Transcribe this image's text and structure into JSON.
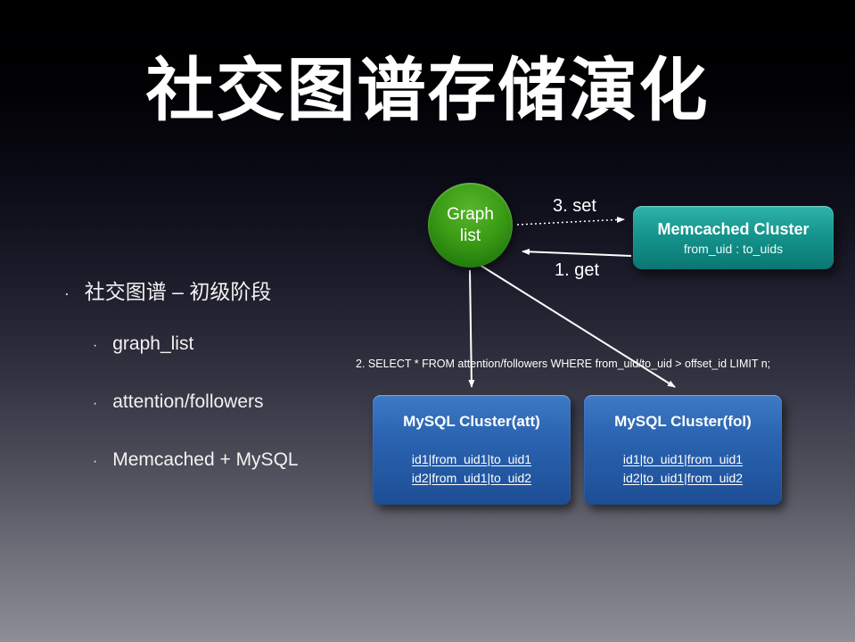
{
  "slide": {
    "title": "社交图谱存储演化"
  },
  "bullet_marker": "·",
  "bullets": {
    "level1": "社交图谱 – 初级阶段",
    "items": [
      "graph_list",
      "attention/followers",
      "Memcached + MySQL"
    ]
  },
  "diagram": {
    "graph_node": {
      "line1": "Graph",
      "line2": "list"
    },
    "set_label": "3. set",
    "get_label": "1. get",
    "select_query": "2. SELECT * FROM attention/followers WHERE from_uid/to_uid > offset_id LIMIT n;",
    "memcached": {
      "title": "Memcached Cluster",
      "subtitle": "from_uid : to_uids"
    },
    "mysql_att": {
      "title": "MySQL Cluster(att)",
      "rows": [
        "id1|from_uid1|to_uid1",
        "id2|from_uid1|to_uid2"
      ]
    },
    "mysql_fol": {
      "title": "MySQL Cluster(fol)",
      "rows": [
        "id1|to_uid1|from_uid1",
        "id2|to_uid1|from_uid2"
      ]
    }
  }
}
